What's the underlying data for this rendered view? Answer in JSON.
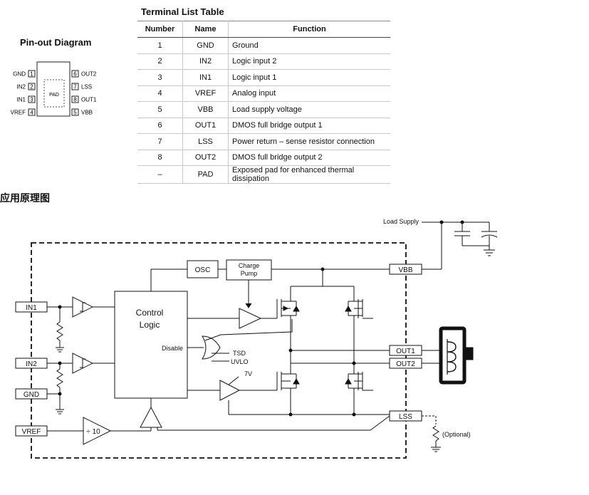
{
  "pinout": {
    "title": "Pin-out Diagram",
    "left_pins": [
      {
        "name": "GND",
        "num": "1"
      },
      {
        "name": "IN2",
        "num": "2"
      },
      {
        "name": "IN1",
        "num": "3"
      },
      {
        "name": "VREF",
        "num": "4"
      }
    ],
    "right_pins": [
      {
        "name": "OUT2",
        "num": "6"
      },
      {
        "name": "LSS",
        "num": "7"
      },
      {
        "name": "OUT1",
        "num": "8"
      },
      {
        "name": "VBB",
        "num": "5"
      }
    ],
    "pad_label": "PAD"
  },
  "terminal_table": {
    "title": "Terminal List Table",
    "headers": [
      "Number",
      "Name",
      "Function"
    ],
    "rows": [
      [
        "1",
        "GND",
        "Ground"
      ],
      [
        "2",
        "IN2",
        "Logic input 2"
      ],
      [
        "3",
        "IN1",
        "Logic input 1"
      ],
      [
        "4",
        "VREF",
        "Analog input"
      ],
      [
        "5",
        "VBB",
        "Load supply voltage"
      ],
      [
        "6",
        "OUT1",
        "DMOS full bridge output 1"
      ],
      [
        "7",
        "LSS",
        "Power return – sense resistor connection"
      ],
      [
        "8",
        "OUT2",
        "DMOS full bridge output 2"
      ],
      [
        "–",
        "PAD",
        "Exposed pad for enhanced thermal dissipation"
      ]
    ]
  },
  "app_heading": "应用原理图",
  "schematic": {
    "load_supply": "Load Supply",
    "osc": "OSC",
    "charge_pump_1": "Charge",
    "charge_pump_2": "Pump",
    "control_logic_1": "Control",
    "control_logic_2": "Logic",
    "disable": "Disable",
    "tsd": "TSD",
    "uvlo": "UVLO",
    "seven_v": "7V",
    "divider": "÷ 10",
    "optional": "(Optional)",
    "pins": {
      "in1": "IN1",
      "in2": "IN2",
      "gnd": "GND",
      "vref": "VREF",
      "vbb": "VBB",
      "out1": "OUT1",
      "out2": "OUT2",
      "lss": "LSS"
    }
  }
}
